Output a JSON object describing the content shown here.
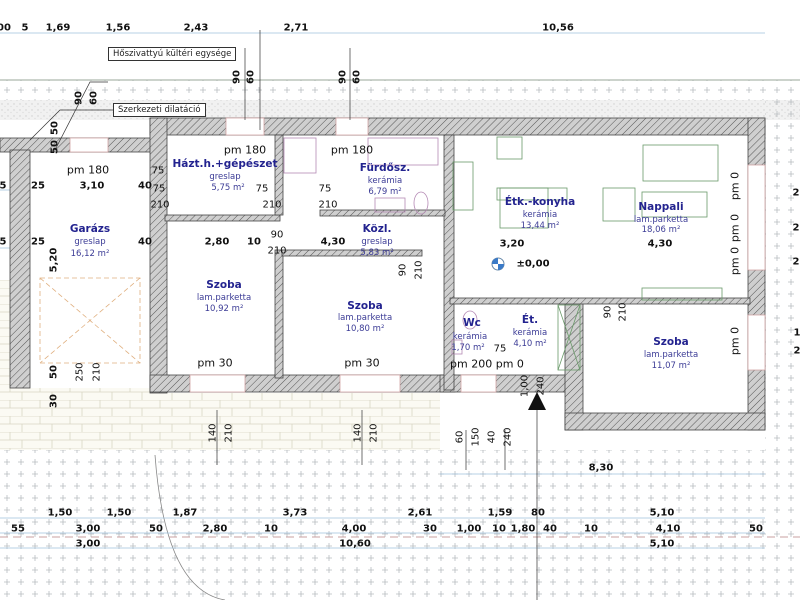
{
  "callouts": {
    "heat_pump": "Hőszivattyú kültéri egysége",
    "dilatation": "Szerkezeti dilatáció"
  },
  "rooms": [
    {
      "name": "Házt.h.+gépészet",
      "floor": "greslap",
      "area": "5,75 m²"
    },
    {
      "name": "Fürdősz.",
      "floor": "kerámia",
      "area": "6,79 m²"
    },
    {
      "name": "Étk.-konyha",
      "floor": "kerámia",
      "area": "13,44 m²"
    },
    {
      "name": "Nappali",
      "floor": "lam.parketta",
      "area": "18,06 m²"
    },
    {
      "name": "Garázs",
      "floor": "greslap",
      "area": "16,12 m²"
    },
    {
      "name": "Közl.",
      "floor": "greslap",
      "area": "5,83 m²"
    },
    {
      "name": "Szoba",
      "floor": "lam.parketta",
      "area": "10,92 m²"
    },
    {
      "name": "Szoba",
      "floor": "lam.parketta",
      "area": "10,80 m²"
    },
    {
      "name": "Wc",
      "floor": "kerámia",
      "area": "1,70 m²"
    },
    {
      "name": "Ét.",
      "floor": "kerámia",
      "area": "4,10 m²"
    },
    {
      "name": "Szoba",
      "floor": "lam.parketta",
      "area": "11,07 m²"
    }
  ],
  "level_mark": "±0,00",
  "dims_top": [
    "00",
    "5",
    "1,69",
    "1,56",
    "2,43",
    "2,71",
    "10,56"
  ],
  "dims_top_vertical": [
    "90",
    "60",
    "90",
    "60",
    "90",
    "60",
    "50",
    "50"
  ],
  "parapets": [
    "pm 180",
    "pm 180",
    "pm 180",
    "pm 30",
    "pm 30",
    "pm 200 pm 0",
    "pm 0",
    "pm 0",
    "pm 0",
    "pm 0"
  ],
  "dims_interior": [
    "5",
    "25",
    "3,10",
    "40",
    "75",
    "75",
    "75",
    "75",
    "210",
    "210",
    "210",
    "5",
    "25",
    "40",
    "2,80",
    "10",
    "4,30",
    "3,20",
    "4,30",
    "75"
  ],
  "dims_interior_vertical": [
    "5,20",
    "90",
    "210",
    "90",
    "210",
    "90",
    "210",
    "50",
    "250",
    "210",
    "30",
    "1,00",
    "240"
  ],
  "dims_lower_vertical": [
    "140",
    "210",
    "140",
    "210",
    "60",
    "150",
    "40",
    "240"
  ],
  "dim_830": "8,30",
  "dims_bottom_1": [
    "1,50",
    "1,50",
    "1,87",
    "3,73",
    "2,61",
    "1,59",
    "80",
    "5,10"
  ],
  "dims_bottom_2": [
    "55",
    "3,00",
    "50",
    "2,80",
    "10",
    "4,00",
    "30",
    "1,00",
    "10",
    "1,80",
    "40",
    "10",
    "4,10",
    "50"
  ],
  "dims_bottom_3": [
    "3,00",
    "10,60",
    "5,10"
  ],
  "dims_right_edge": [
    "2",
    "2",
    "2",
    "1",
    "2"
  ]
}
